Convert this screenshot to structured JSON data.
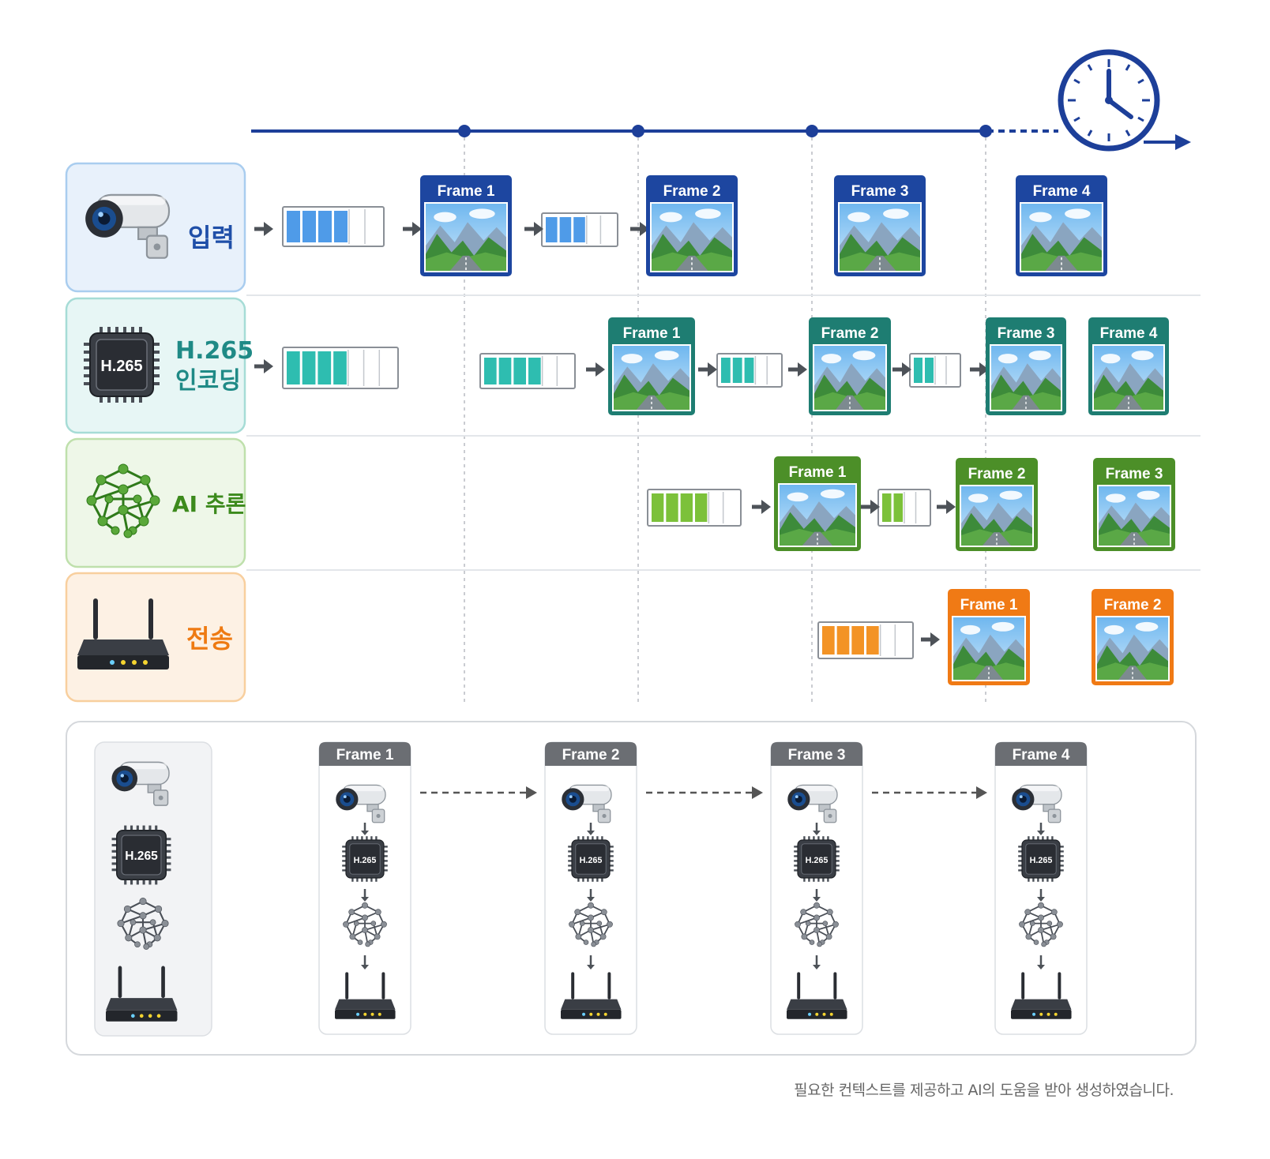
{
  "lanes": [
    {
      "id": "input",
      "label": "입력",
      "color": "#1f4fa8",
      "frame_bg": "#1d46a0",
      "bg": "#e8f1fb",
      "border": "#a9cdef",
      "icon": "cctv-camera-icon",
      "buffer_color": "#4f9be8"
    },
    {
      "id": "encode",
      "label_line1": "H.265",
      "label_line2": "인코딩",
      "color": "#1f8a86",
      "frame_bg": "#1e7d72",
      "bg": "#e7f6f5",
      "border": "#a6dcd6",
      "icon": "h265-chip-icon",
      "buffer_color": "#2ebdb0"
    },
    {
      "id": "ai",
      "label": "AI 추론",
      "color": "#3c8a1c",
      "frame_bg": "#4c8f28",
      "bg": "#eef7e8",
      "border": "#bfe0ac",
      "icon": "neural-network-icon",
      "buffer_color": "#7cc13a"
    },
    {
      "id": "transmit",
      "label": "전송",
      "color": "#ee7a12",
      "frame_bg": "#f07a15",
      "bg": "#fdf1e4",
      "border": "#f8cf9e",
      "icon": "wifi-router-icon",
      "buffer_color": "#f39325"
    }
  ],
  "lane_frames": {
    "input": [
      "Frame 1",
      "Frame 2",
      "Frame 3",
      "Frame 4"
    ],
    "encode": [
      "Frame 1",
      "Frame 2",
      "Frame 3",
      "Frame 4"
    ],
    "ai": [
      "Frame 1",
      "Frame 2",
      "Frame 3"
    ],
    "transmit": [
      "Frame 1",
      "Frame 2"
    ]
  },
  "chip_text": "H.265",
  "timeline": {
    "color": "#1d3f99",
    "icon": "clock-icon"
  },
  "sequential": {
    "frames": [
      "Frame 1",
      "Frame 2",
      "Frame 3",
      "Frame 4"
    ],
    "header_color": "#6b6e73",
    "chip_text": "H.265"
  },
  "footnote": "필요한 컨텍스트를 제공하고 AI의 도움을 받아 생성하였습니다."
}
